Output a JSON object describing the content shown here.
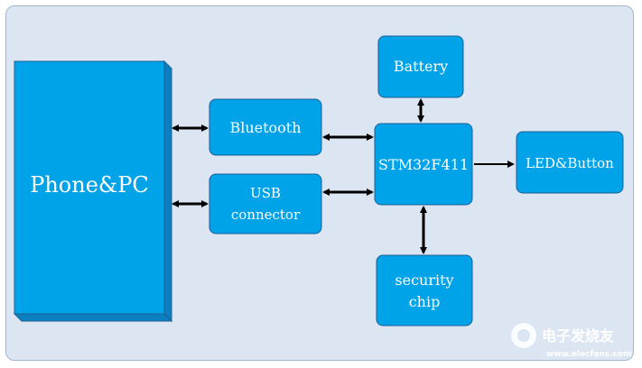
{
  "diagram": {
    "colors": {
      "background": "#dce6f2",
      "block_fill": "#00a3e8",
      "block_stroke": "#1f5f95",
      "arrow": "#000000",
      "text": "#ffffff"
    },
    "blocks": {
      "host": "Phone&PC",
      "bluetooth": "Bluetooth",
      "usb_line1": "USB",
      "usb_line2": "connector",
      "battery": "Battery",
      "mcu": "STM32F411",
      "led_button": "LED&Button",
      "security_line1": "security",
      "security_line2": "chip"
    },
    "watermark": {
      "text": "电子发烧友",
      "url": "www.elecfans.com"
    }
  }
}
